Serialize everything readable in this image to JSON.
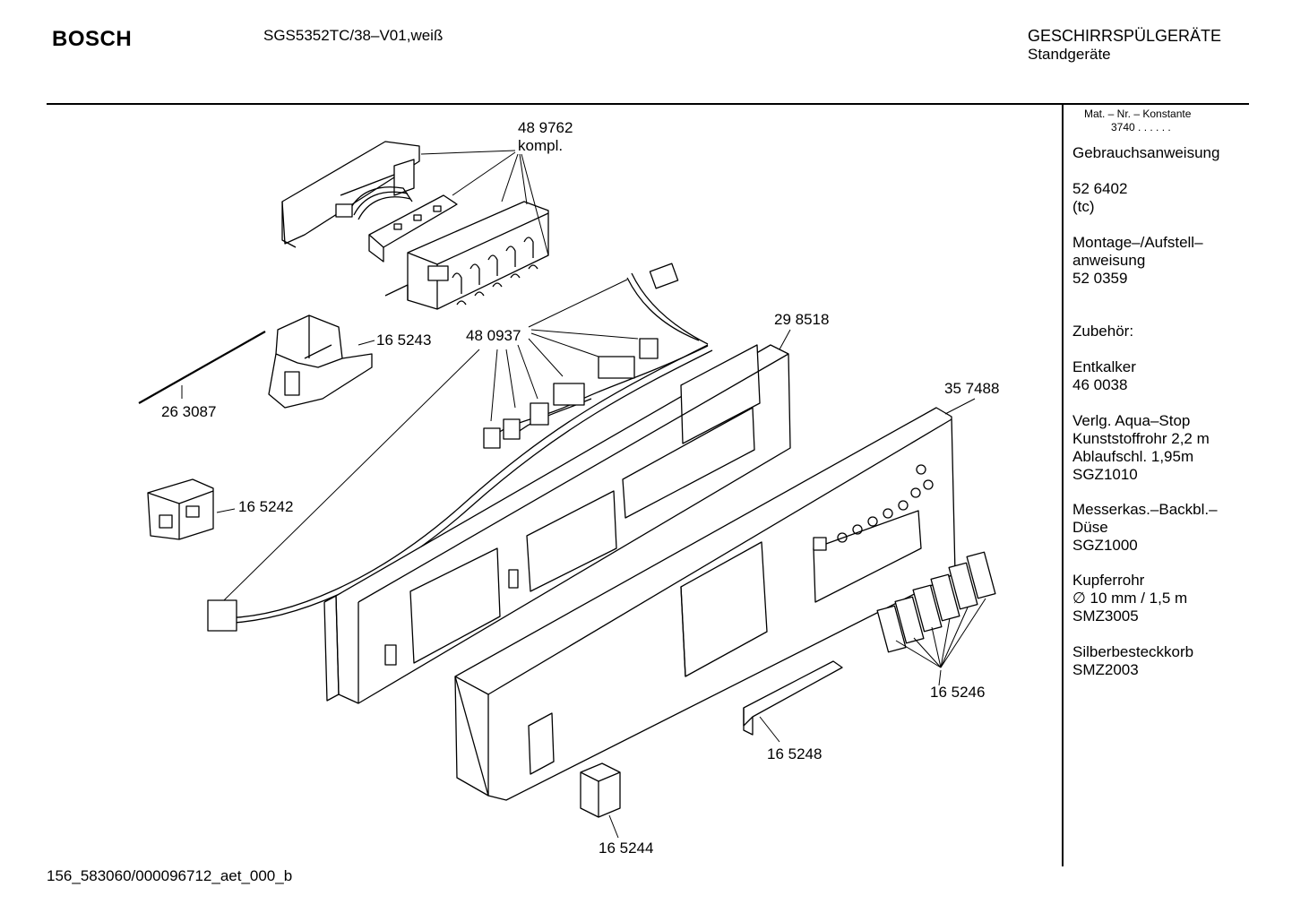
{
  "header": {
    "brand": "BOSCH",
    "model": "SGS5352TC/38–V01,weiß",
    "category": "GESCHIRRSPÜLGERÄTE",
    "subcategory": "Standgeräte"
  },
  "sidebar": {
    "mat_heading": "Mat. – Nr. – Konstante",
    "mat_value": "3740 . . . . . .",
    "entries": [
      "Gebrauchsanweisung",
      "52 6402",
      "(tc)",
      "Montage–/Aufstell–",
      "anweisung",
      "52 0359",
      "Zubehör:",
      "Entkalker",
      "46 0038",
      "Verlg. Aqua–Stop",
      "Kunststoffrohr 2,2 m",
      "Ablaufschl. 1,95m",
      "SGZ1010",
      "Messerkas.–Backbl.–",
      "Düse",
      "SGZ1000",
      "Kupferrohr",
      "∅ 10 mm / 1,5 m",
      "SMZ3005",
      "Silberbesteckkorb",
      "SMZ2003"
    ]
  },
  "part_labels": {
    "p489762": "48 9762",
    "kompl": "kompl.",
    "p165243": "16 5243",
    "p263087": "26 3087",
    "p480937": "48 0937",
    "p298518": "29 8518",
    "p357488": "35 7488",
    "p165242": "16 5242",
    "p165246": "16 5246",
    "p165248": "16 5248",
    "p165244": "16 5244"
  },
  "footer": {
    "drawing_id": "156_583060/000096712_aet_000_b"
  }
}
